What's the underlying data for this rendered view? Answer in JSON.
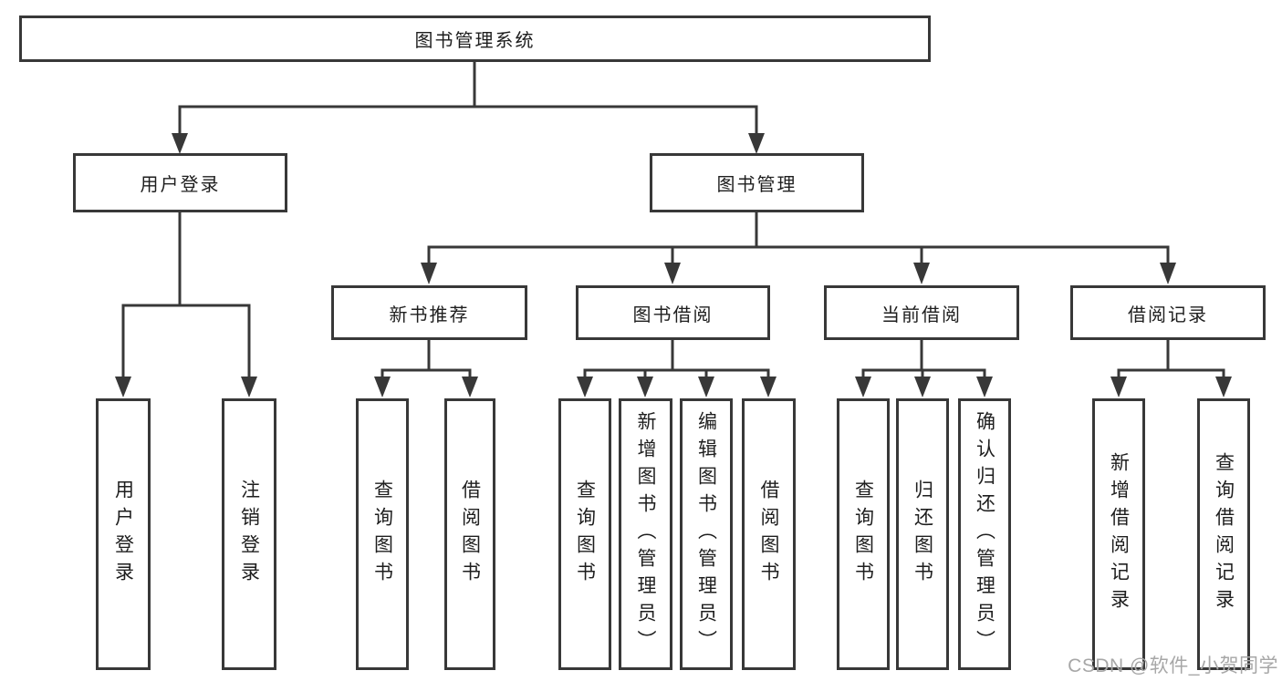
{
  "tree": {
    "root": {
      "label": "图书管理系统",
      "children": [
        {
          "label": "用户登录",
          "children": [
            {
              "label": "用户登录"
            },
            {
              "label": "注销登录"
            }
          ]
        },
        {
          "label": "图书管理",
          "children": [
            {
              "label": "新书推荐",
              "children": [
                {
                  "label": "查询图书"
                },
                {
                  "label": "借阅图书"
                }
              ]
            },
            {
              "label": "图书借阅",
              "children": [
                {
                  "label": "查询图书"
                },
                {
                  "label": "新增图书（管理员）"
                },
                {
                  "label": "编辑图书（管理员）"
                },
                {
                  "label": "借阅图书"
                }
              ]
            },
            {
              "label": "当前借阅",
              "children": [
                {
                  "label": "查询图书"
                },
                {
                  "label": "归还图书"
                },
                {
                  "label": "确认归还（管理员）"
                }
              ]
            },
            {
              "label": "借阅记录",
              "children": [
                {
                  "label": "新增借阅记录"
                },
                {
                  "label": "查询借阅记录"
                }
              ]
            }
          ]
        }
      ]
    }
  },
  "watermark": {
    "text": "CSDN @软件_小贺同学"
  },
  "colors": {
    "line": "#383838",
    "box_border": "#383838",
    "text": "#1e1e1e",
    "watermark": "#a7a7a7",
    "background": "#ffffff"
  }
}
